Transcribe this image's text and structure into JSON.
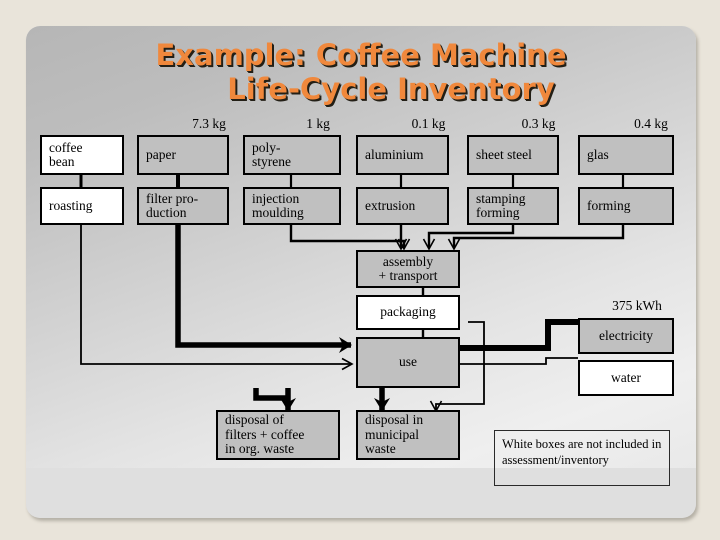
{
  "slide": {
    "title_line1": "Example: Coffee Machine",
    "title_line2": "Life-Cycle Inventory",
    "title_color": "#f0883c",
    "title_shadow_color": "#231f16"
  },
  "quantities": [
    {
      "label": "7.3 kg"
    },
    {
      "label": "1 kg"
    },
    {
      "label": "0.1 kg"
    },
    {
      "label": "0.3 kg"
    },
    {
      "label": "0.4 kg"
    },
    {
      "label": "375 kWh"
    }
  ],
  "materials": [
    {
      "label": "coffee\nbean",
      "fill": "white"
    },
    {
      "label": "paper",
      "fill": "gray"
    },
    {
      "label": "poly-\nstyrene",
      "fill": "gray"
    },
    {
      "label": "aluminium",
      "fill": "gray"
    },
    {
      "label": "sheet steel",
      "fill": "gray"
    },
    {
      "label": "glas",
      "fill": "gray"
    }
  ],
  "processes": [
    {
      "label": "roasting",
      "fill": "white"
    },
    {
      "label": "filter pro-\nduction",
      "fill": "gray"
    },
    {
      "label": "injection\nmoulding",
      "fill": "gray"
    },
    {
      "label": "extrusion",
      "fill": "gray"
    },
    {
      "label": "stamping\nforming",
      "fill": "gray"
    },
    {
      "label": "forming",
      "fill": "gray"
    }
  ],
  "stages": [
    {
      "label": "assembly\n+ transport",
      "fill": "gray"
    },
    {
      "label": "packaging",
      "fill": "white"
    },
    {
      "label": "use",
      "fill": "gray"
    }
  ],
  "resources": [
    {
      "label": "electricity",
      "fill": "gray"
    },
    {
      "label": "water",
      "fill": "white"
    }
  ],
  "disposal": [
    {
      "label": "disposal of\nfilters + coffee\nin org. waste",
      "fill": "gray"
    },
    {
      "label": "disposal in\nmunicipal\nwaste",
      "fill": "gray"
    }
  ],
  "legend": {
    "text": "White boxes are not included in assessment/inventory"
  },
  "colors": {
    "box_gray": "#c0c0c0",
    "box_white": "#ffffff",
    "outline": "#000000",
    "panel_light": "#efefef",
    "panel_dark": "#b6b6b6",
    "page_background": "#e9e4da"
  }
}
